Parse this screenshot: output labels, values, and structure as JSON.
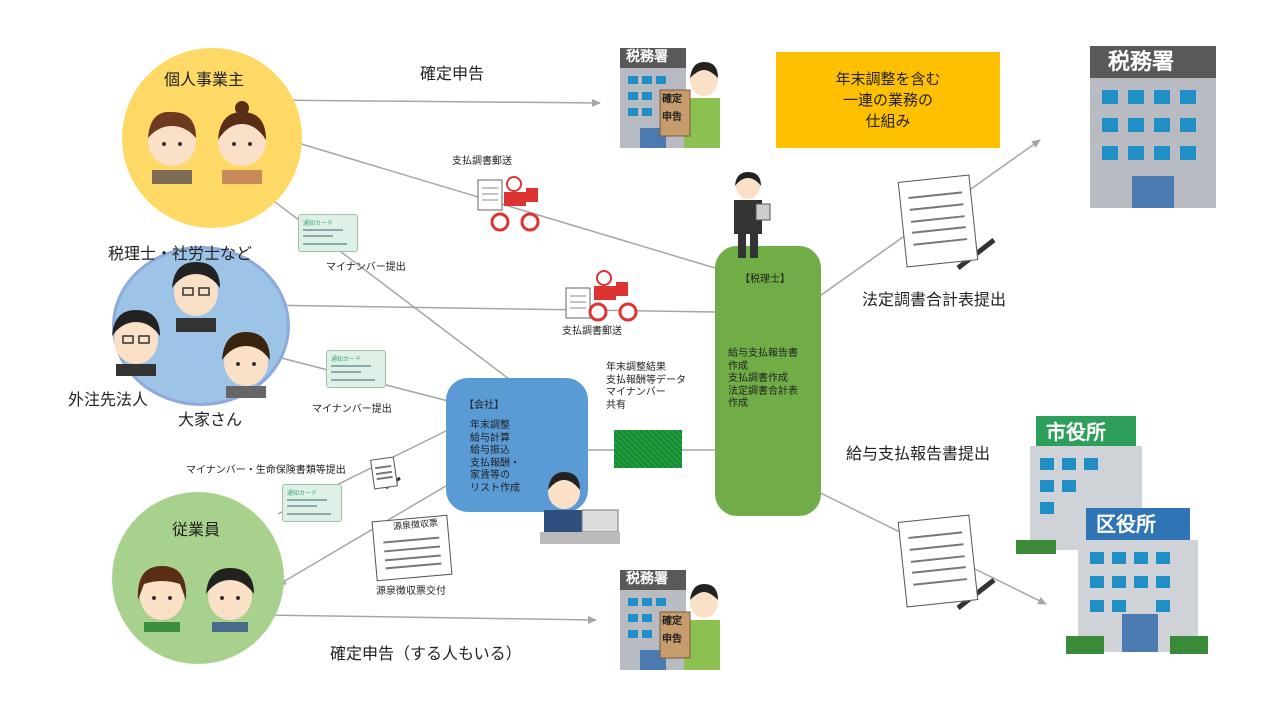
{
  "labels": {
    "individual_business": "個人事業主",
    "tax_accountant_group": "税理士・社労士など",
    "outsourced_corp": "外注先法人",
    "landlord": "大家さん",
    "employee": "従業員",
    "final_return_top": "確定申告",
    "final_return_bottom": "確定申告（する人もいる）",
    "payment_report_mail_1": "支払調書郵送",
    "payment_report_mail_2": "支払調書郵送",
    "mynumber_submit_1": "マイナンバー提出",
    "mynumber_submit_2": "マイナンバー提出",
    "mynumber_insurance_submit": "マイナンバー・生命保険書類等提出",
    "withholding_slip": "源泉徴収票交付",
    "statutory_report_submit": "法定調書合計表提出",
    "salary_report_submit": "給与支払報告書提出",
    "company_share": "年末調整結果\n支払報酬等データ\nマイナンバー\n共有"
  },
  "company_box": {
    "title": "【会社】",
    "tasks": "年末調整\n給与計算\n給与振込\n支払報酬・\n家賃等の\nリスト作成"
  },
  "tax_accountant_box": {
    "title": "【税理士】",
    "tasks": "給与支払報告書\n作成\n支払調書作成\n法定調書合計表\n作成"
  },
  "note": {
    "text": "年末調整を含む\n一連の業務の\n仕組み"
  },
  "signs": {
    "tax_office": "税務署",
    "city_hall": "市役所",
    "ward_office": "区役所",
    "kakutei": "確定",
    "shinkoku": "申告",
    "mynumber_card": "通知カード",
    "withholding_doc": "源泉徴収票"
  },
  "colors": {
    "individual_circle": "#ffd966",
    "tax_group_circle": "#9dc3e6",
    "employee_circle": "#a9d18e",
    "company_box": "#5b9bd5",
    "tax_accountant_box": "#70ad47",
    "note_box": "#ffc000",
    "arrow": "#a6a6a6"
  }
}
